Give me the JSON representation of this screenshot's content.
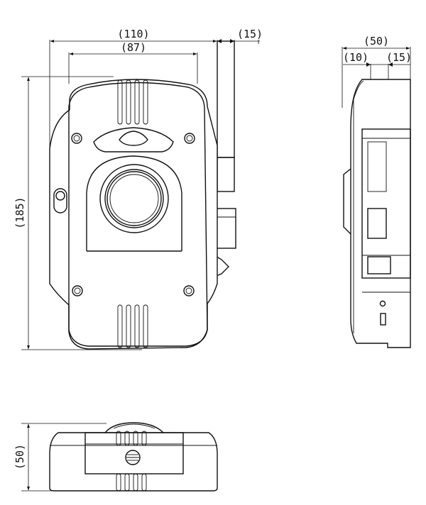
{
  "front_view": {
    "overall_width": "(110)",
    "body_width": "(87)",
    "antenna_offset": "(15)",
    "height": "(185)"
  },
  "side_view": {
    "depth": "(50)",
    "front_offset": "(10)",
    "rear_offset": "(15)"
  },
  "bottom_view": {
    "height": "(50)"
  }
}
